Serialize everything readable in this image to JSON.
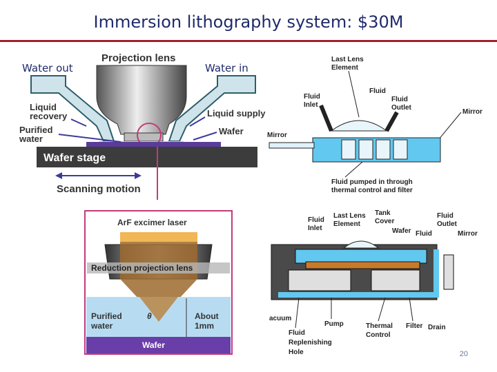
{
  "slide": {
    "title": "Immersion lithography system: $30M",
    "water_out": "Water out",
    "water_in": "Water in",
    "page_number": "20"
  },
  "left_diagram": {
    "projection_lens": "Projection lens",
    "liquid_recovery_1": "Liquid",
    "liquid_recovery_2": "recovery",
    "liquid_supply": "Liquid supply",
    "purified_water_1": "Purified",
    "purified_water_2": "water",
    "wafer": "Wafer",
    "wafer_stage": "Wafer stage",
    "scanning_motion": "Scanning motion"
  },
  "inset": {
    "laser": "ArF excimer laser",
    "reduction_lens": "Reduction projection lens",
    "purified_water_1": "Purified",
    "purified_water_2": "water",
    "theta": "θ",
    "about_1": "About",
    "about_2": "1mm",
    "wafer": "Wafer"
  },
  "right_top": {
    "last_lens_1": "Last Lens",
    "last_lens_2": "Element",
    "fluid": "Fluid",
    "fluid_inlet_1": "Fluid",
    "fluid_inlet_2": "Inlet",
    "fluid_outlet_1": "Fluid",
    "fluid_outlet_2": "Outlet",
    "mirror_left": "Mirror",
    "mirror_right": "Mirror",
    "pumped_1": "Fluid pumped in through",
    "pumped_2": "thermal control and filter"
  },
  "right_bottom": {
    "fluid_inlet_1": "Fluid",
    "fluid_inlet_2": "Inlet",
    "last_lens_1": "Last Lens",
    "last_lens_2": "Element",
    "tank_cover_1": "Tank",
    "tank_cover_2": "Cover",
    "fluid_outlet_1": "Fluid",
    "fluid_outlet_2": "Outlet",
    "wafer": "Wafer",
    "fluid": "Fluid",
    "mirror": "Mirror",
    "vacuum": "acuum",
    "pump": "Pump",
    "thermal_1": "Thermal",
    "thermal_2": "Control",
    "filter": "Filter",
    "drain": "Drain",
    "replenish_1": "Fluid",
    "replenish_2": "Replenishing",
    "replenish_3": "Hole"
  }
}
